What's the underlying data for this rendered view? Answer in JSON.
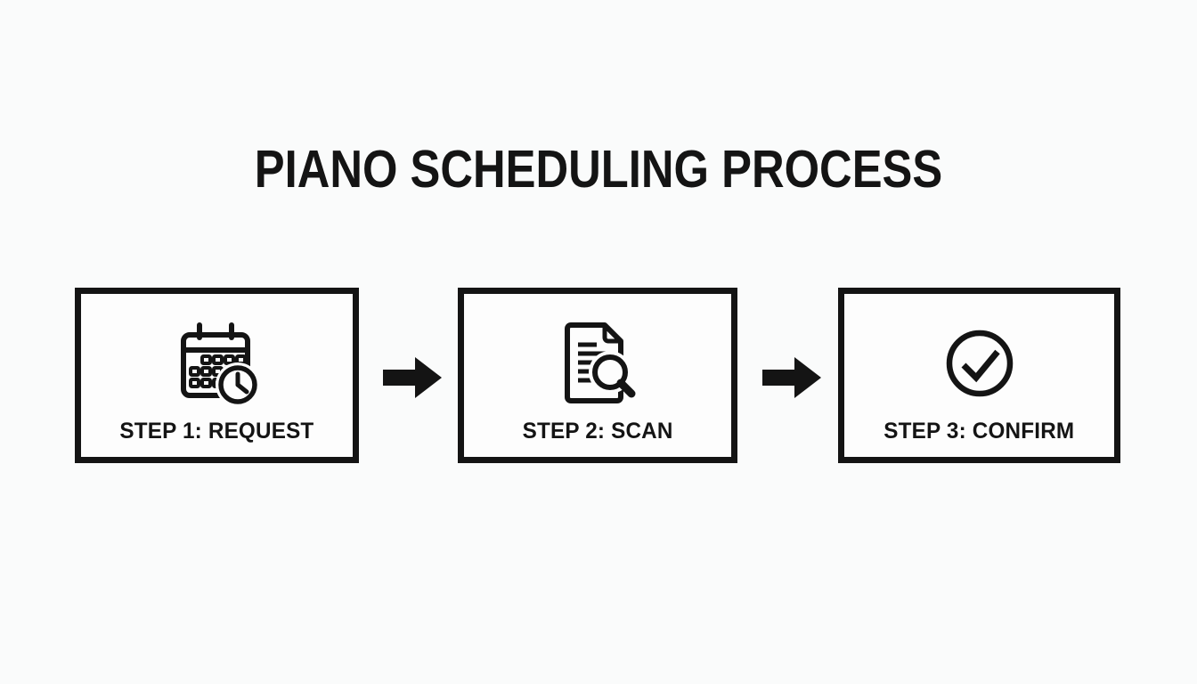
{
  "title": "PIANO SCHEDULING PROCESS",
  "steps": [
    {
      "label": "STEP 1: REQUEST",
      "icon": "calendar-clock-icon"
    },
    {
      "label": "STEP 2: SCAN",
      "icon": "document-search-icon"
    },
    {
      "label": "STEP 3: CONFIRM",
      "icon": "check-circle-icon"
    }
  ],
  "arrows": [
    {
      "icon": "arrow-right-icon"
    },
    {
      "icon": "arrow-right-icon"
    }
  ],
  "colors": {
    "background": "#fafbfb",
    "box_fill": "#fdfdfd",
    "ink": "#141414"
  }
}
